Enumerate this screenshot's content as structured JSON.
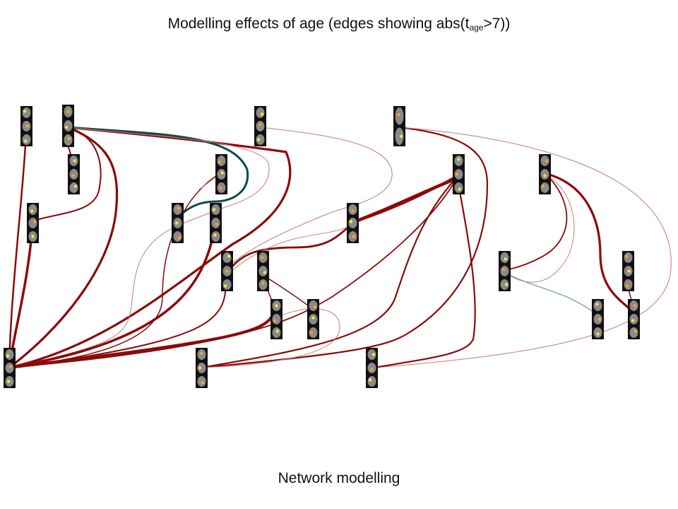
{
  "title": {
    "prefix": "Modelling effects of age (edges showing abs(t",
    "subscript": "age",
    "suffix": ">7))"
  },
  "footer": "Network modelling",
  "colors": {
    "positive_edge": "#8b0a0a",
    "negative_edge": "#0f4b4b",
    "weak_positive_edge": "#c87a7a",
    "weak_negative_edge": "#6a9a9a",
    "node_background": "#111111",
    "blob_orange": "#f5a623",
    "blob_yellow": "#ffe14d",
    "brain_gray": "#8a8a8a"
  },
  "nodes": [
    {
      "id": "n1"
    },
    {
      "id": "n2"
    },
    {
      "id": "n3"
    },
    {
      "id": "n4"
    },
    {
      "id": "n5"
    },
    {
      "id": "n6"
    },
    {
      "id": "n7"
    },
    {
      "id": "n8"
    },
    {
      "id": "n9"
    },
    {
      "id": "n10"
    },
    {
      "id": "n11"
    },
    {
      "id": "n12"
    },
    {
      "id": "n13"
    },
    {
      "id": "n14"
    },
    {
      "id": "n15"
    },
    {
      "id": "n16"
    },
    {
      "id": "n17"
    },
    {
      "id": "n18"
    },
    {
      "id": "n19"
    },
    {
      "id": "n20"
    },
    {
      "id": "n21"
    },
    {
      "id": "n22"
    },
    {
      "id": "n23"
    },
    {
      "id": "n24"
    },
    {
      "id": "n25"
    }
  ]
}
